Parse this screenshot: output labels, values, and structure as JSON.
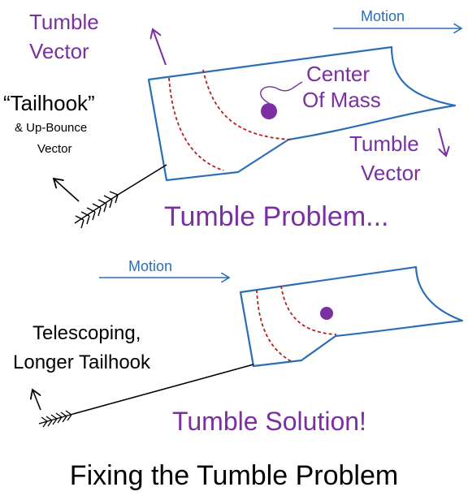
{
  "colors": {
    "outline": "#2a6fb5",
    "dashed": "#b22222",
    "accent": "#7b2fa3",
    "ink": "#000000"
  },
  "top": {
    "tumble_vector_left_1": "Tumble",
    "tumble_vector_left_2": "Vector",
    "motion": "Motion",
    "center_1": "Center",
    "center_2": "Of Mass",
    "tailhook_1": "“Tailhook”",
    "tailhook_2": "& Up-Bounce",
    "tailhook_3": "Vector",
    "tumble_vector_right_1": "Tumble",
    "tumble_vector_right_2": "Vector",
    "caption": "Tumble Problem..."
  },
  "bottom": {
    "motion": "Motion",
    "telescoping_1": "Telescoping,",
    "telescoping_2": "Longer Tailhook",
    "caption": "Tumble Solution!"
  },
  "title": "Fixing the Tumble Problem"
}
